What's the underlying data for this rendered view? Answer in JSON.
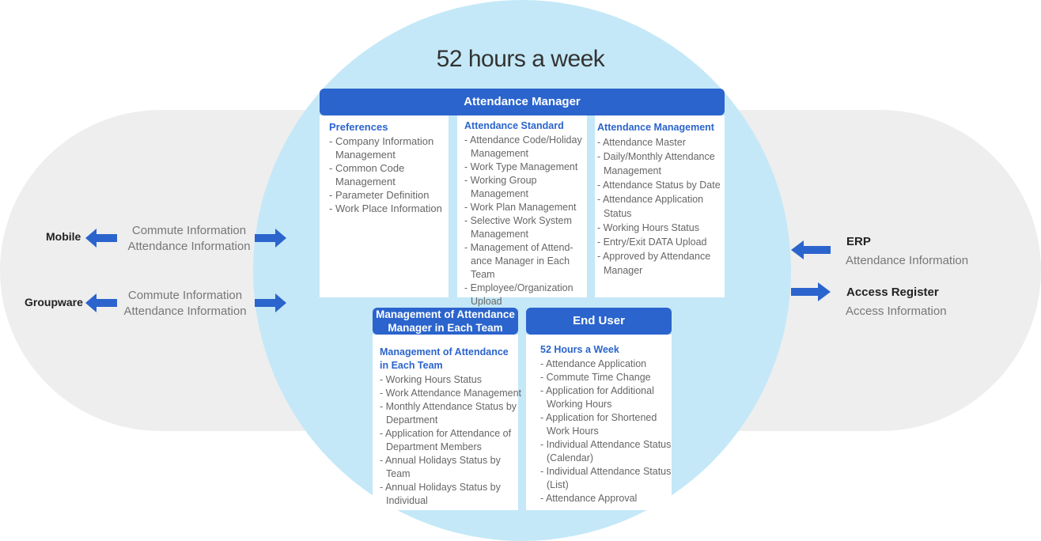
{
  "title": "52 hours a week",
  "manager": {
    "bar_label": "Attendance Manager",
    "columns": [
      {
        "head": "Preferences",
        "items": [
          "- Company Information Management",
          "- Common Code Management",
          "- Parameter Definition",
          "- Work Place Information"
        ]
      },
      {
        "head": "Attendance Standard",
        "items": [
          "- Attendance Code/Holiday Management",
          "- Work Type Management",
          "- Working Group Management",
          "- Work Plan Management",
          "- Selective Work System Management",
          "- Management of Attend-ance Manager in Each Team",
          "- Employee/Organization Upload"
        ]
      },
      {
        "head": "Attendance Management",
        "items": [
          "- Attendance Master",
          "- Daily/Monthly Attendance Management",
          "- Attendance Status by Date",
          "- Attendance Application Status",
          "- Working Hours Status",
          "- Entry/Exit DATA Upload",
          "- Approved by Attendance Manager"
        ]
      }
    ]
  },
  "team_manager": {
    "bar_label": "Management of Attendance Manager in Each Team",
    "head": "Management of Attendance in Each Team",
    "items": [
      "- Working Hours Status",
      "- Work Attendance Management",
      "- Monthly Attendance Status by Department",
      "- Application for Attendance of Department Members",
      "- Annual Holidays Status by Team",
      "- Annual Holidays Status by Individual"
    ]
  },
  "end_user": {
    "bar_label": "End User",
    "head": "52 Hours a Week",
    "items": [
      "- Attendance Application",
      "- Commute Time Change",
      "- Application for Additional Working Hours",
      "- Application for Shortened Work Hours",
      "- Individual Attendance Status (Calendar)",
      "- Individual Attendance Status (List)",
      "- Attendance Approval"
    ]
  },
  "left": {
    "mobile": {
      "label": "Mobile",
      "info1": "Commute Information",
      "info2": "Attendance Information"
    },
    "groupware": {
      "label": "Groupware",
      "info1": "Commute Information",
      "info2": "Attendance Information"
    }
  },
  "right": {
    "erp": {
      "label": "ERP",
      "sub": "Attendance Information"
    },
    "access": {
      "label": "Access Register",
      "sub": "Access Information"
    }
  },
  "colors": {
    "accent": "#2b64cc",
    "circle": "#c4e8f7",
    "pill": "#eeeeee"
  }
}
